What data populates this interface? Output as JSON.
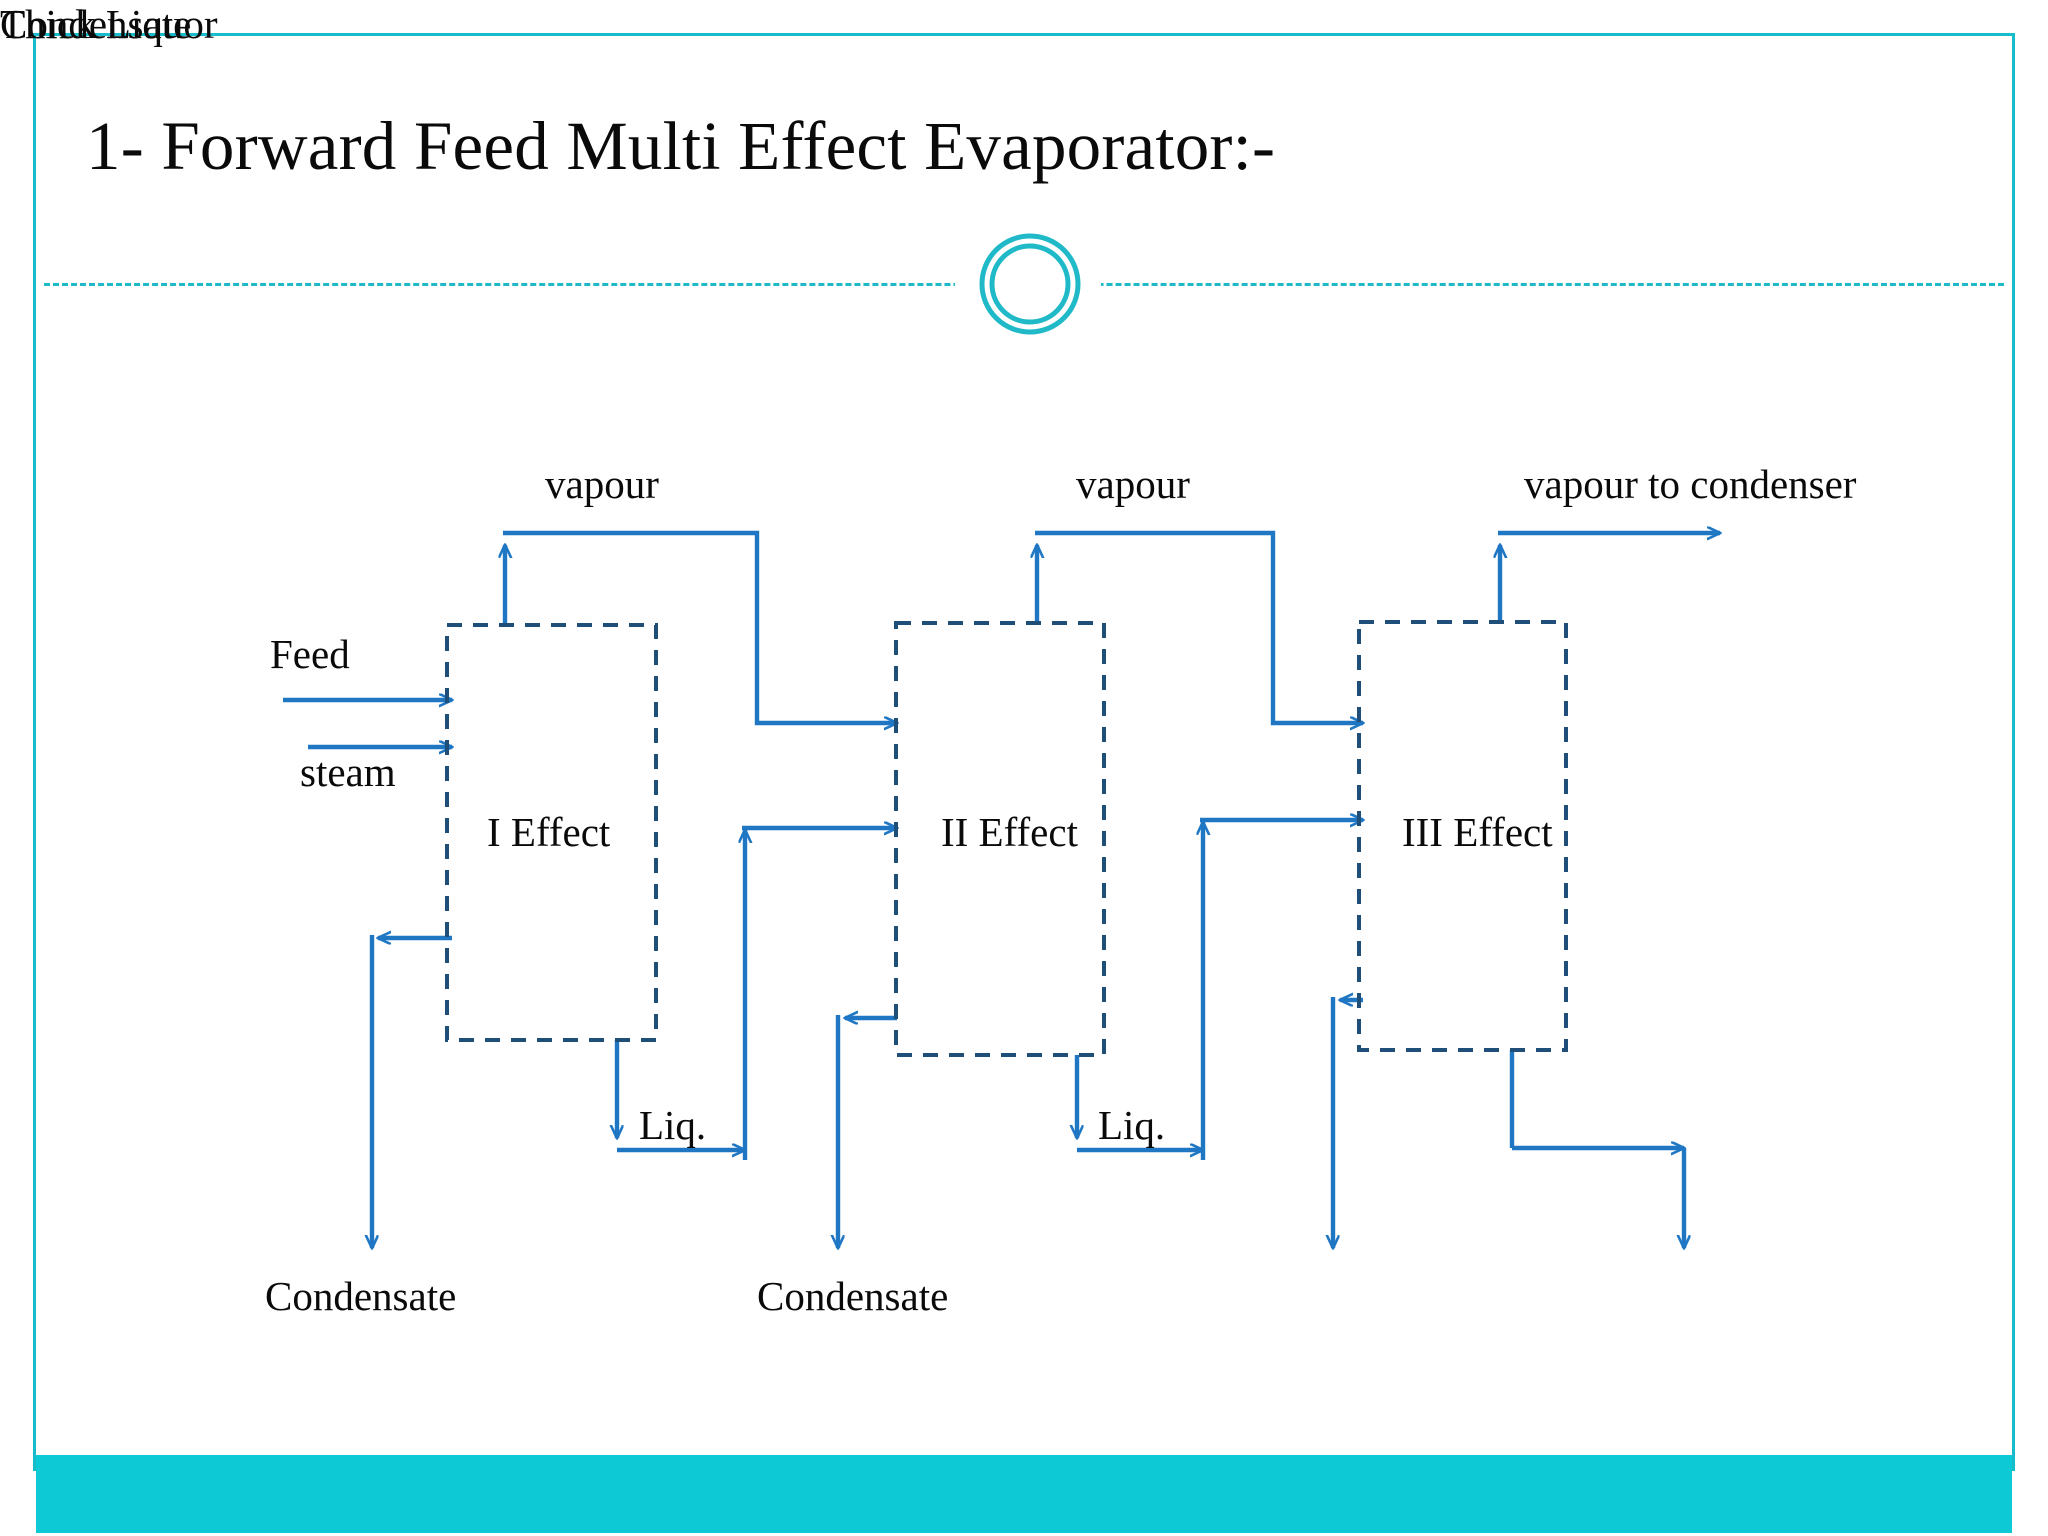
{
  "slide": {
    "title": "1- Forward Feed Multi Effect Evaporator:-",
    "frame_color": "#18BCCB",
    "bottom_bar_color": "#0DC9D6",
    "divider_color": "#1FB9C8",
    "ornament": "double-ring-circle"
  },
  "diagram": {
    "type": "process-flow-diagram",
    "line_color": "#1F77C4",
    "box_border_color": "#1F4E79",
    "text_color": "#0a0a0a",
    "boxes": [
      {
        "id": "effect-1",
        "label": "I Effect"
      },
      {
        "id": "effect-2",
        "label": "II Effect"
      },
      {
        "id": "effect-3",
        "label": "III Effect"
      }
    ],
    "labels": {
      "vapour_1": "vapour",
      "vapour_2": "vapour",
      "vapour_3": "vapour  to condenser",
      "feed": "Feed",
      "steam": "steam",
      "liq_1": "Liq.",
      "liq_2": "Liq.",
      "condensate_1": "Condensate",
      "condensate_2": "Condensate",
      "condensate_3": "Condensate",
      "thick_liquor": "Thick Liquor"
    },
    "streams": [
      {
        "name": "feed-into-effect-1",
        "from": "Feed",
        "to": "I Effect"
      },
      {
        "name": "steam-into-effect-1",
        "from": "steam",
        "to": "I Effect"
      },
      {
        "name": "vapour-1-to-effect-2",
        "from": "I Effect",
        "to": "II Effect"
      },
      {
        "name": "vapour-2-to-effect-3",
        "from": "II Effect",
        "to": "III Effect"
      },
      {
        "name": "vapour-3-to-condenser",
        "from": "III Effect",
        "to": "condenser"
      },
      {
        "name": "liquor-1-to-effect-2",
        "from": "I Effect",
        "to": "II Effect"
      },
      {
        "name": "liquor-2-to-effect-3",
        "from": "II Effect",
        "to": "III Effect"
      },
      {
        "name": "condensate-1",
        "from": "I Effect",
        "to": "Condensate"
      },
      {
        "name": "condensate-2",
        "from": "II Effect",
        "to": "Condensate"
      },
      {
        "name": "condensate-3",
        "from": "III Effect",
        "to": "Condensate"
      },
      {
        "name": "thick-liquor-out",
        "from": "III Effect",
        "to": "Thick Liquor"
      }
    ]
  }
}
